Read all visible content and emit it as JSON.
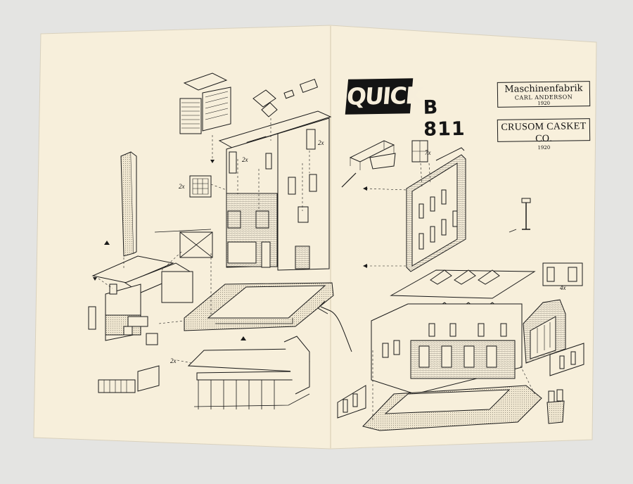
{
  "brand": {
    "logo_text": "QUICK",
    "model_number": "B 811"
  },
  "labels": [
    {
      "main": "Maschinenfabrik",
      "sub": "CARL ANDERSON",
      "year": "1920"
    },
    {
      "main": "CRUSOM CASKET CO.",
      "year": "1920"
    }
  ],
  "multipliers": {
    "m1": "2x",
    "m2": "2x",
    "m3": "2x",
    "m4": "7x",
    "m5": "4x",
    "m6": "2x"
  },
  "colors": {
    "paper": "#f7efdb",
    "ink": "#1a1a1a",
    "background": "#e4e4e2",
    "hatch": "#bdb6a6"
  }
}
